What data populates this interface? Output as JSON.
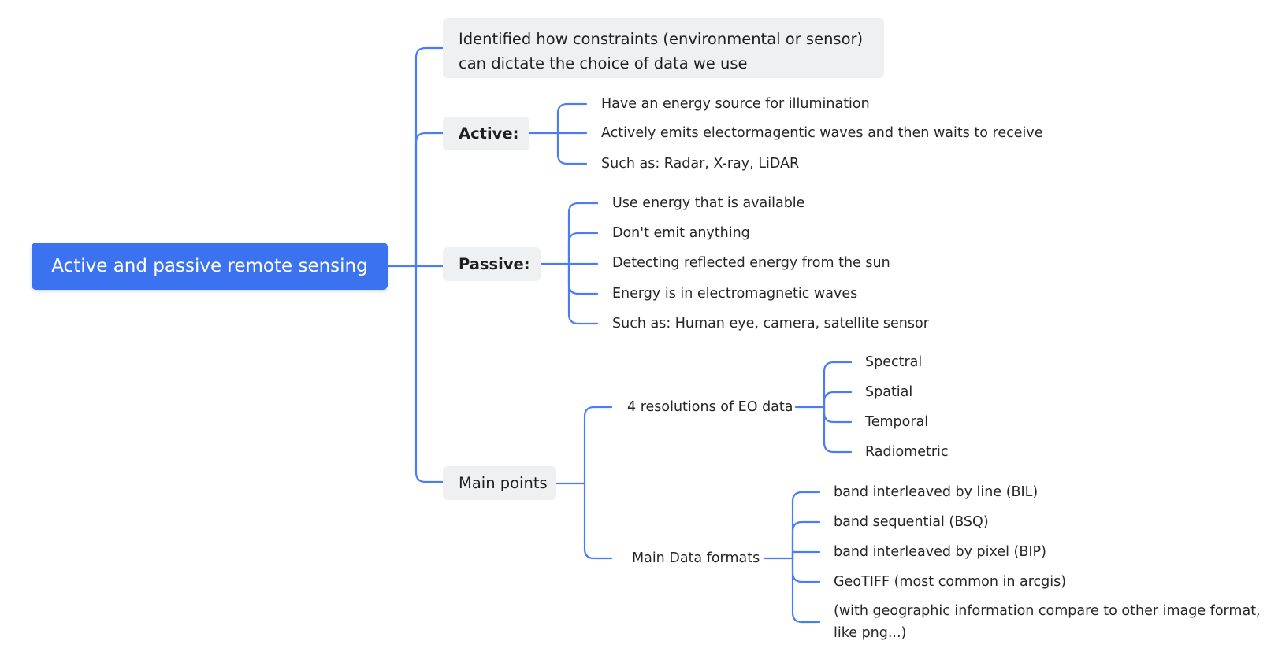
{
  "root": {
    "label": "Active and passive remote sensing"
  },
  "summary": {
    "text": "Identified how constraints (environmental or sensor) can dictate the choice of data we use"
  },
  "active": {
    "label": "Active:",
    "items": [
      "Have an energy source for illumination",
      "Actively emits electormagentic waves and then waits to receive",
      "Such as: Radar, X-ray, LiDAR"
    ]
  },
  "passive": {
    "label": "Passive:",
    "items": [
      "Use energy that is available",
      "Don't emit anything",
      "Detecting reflected energy from the sun",
      "Energy is in electromagnetic waves",
      "Such as: Human eye, camera, satellite sensor"
    ]
  },
  "main_points": {
    "label": "Main points",
    "resolutions": {
      "label": "4 resolutions of EO data",
      "items": [
        "Spectral",
        "Spatial",
        "Temporal",
        "Radiometric"
      ]
    },
    "formats": {
      "label": "Main Data formats",
      "items": [
        "band interleaved by line (BIL)",
        "band sequential (BSQ)",
        "band interleaved by pixel (BIP)",
        "GeoTIFF (most common in arcgis)",
        "(with geographic information compare to other image format, like png...)"
      ]
    }
  },
  "colors": {
    "accent": "#3a72f0",
    "link": "#4a7cf5",
    "pill_bg": "#eff0f2"
  }
}
